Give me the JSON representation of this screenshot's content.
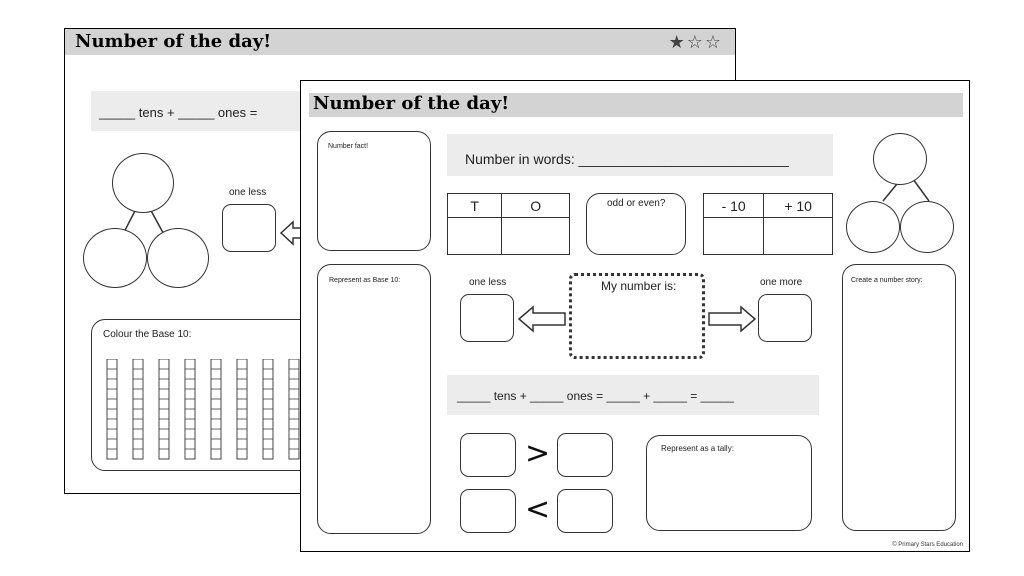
{
  "back_sheet": {
    "title": "Number of the day!",
    "stars": "★☆☆",
    "tens_ones_line": "_____ tens + _____ ones   =",
    "one_less": "one less",
    "colour_base10": "Colour the Base 10:"
  },
  "front_sheet": {
    "title": "Number of the day!",
    "number_fact": "Number fact!",
    "number_in_words": "Number in words: ___________________________",
    "tens_header": "T",
    "ones_header": "O",
    "odd_or_even": "odd or even?",
    "minus_ten": "- 10",
    "plus_ten": "+ 10",
    "represent_base10": "Represent as Base 10:",
    "one_less": "one less",
    "one_more": "one more",
    "my_number_is": "My number is:",
    "create_story": "Create a number story:",
    "tens_ones_line": "_____ tens + _____ ones   =   _____ + _____ = _____",
    "greater_than": ">",
    "less_than": "<",
    "tally": "Represent as a tally:",
    "copyright": "© Primary Stars Education"
  }
}
